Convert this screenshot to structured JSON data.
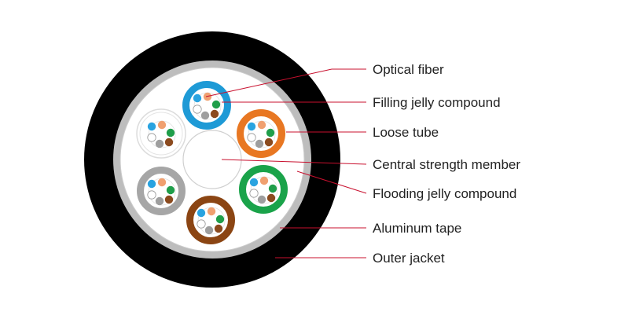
{
  "labels": {
    "optical_fiber": "Optical fiber",
    "filling_jelly": "Filling jelly compound",
    "loose_tube": "Loose tube",
    "central_strength": "Central strength member",
    "flooding_jelly": "Flooding jelly compound",
    "aluminum_tape": "Aluminum tape",
    "outer_jacket": "Outer jacket"
  },
  "colors": {
    "outer_jacket": "#000000",
    "aluminum_tape": "#bdbdbd",
    "flooding_fill": "#ffffff",
    "leader_line": "#c8102e",
    "tube_blue": "#1e9ad6",
    "tube_orange": "#e87722",
    "tube_green": "#1aa34a",
    "tube_brown": "#8b4513",
    "tube_gray": "#a6a6a6",
    "tube_filler": "#dcdcdc",
    "fiber_blue": "#29a3e0",
    "fiber_orange": "#f0a070",
    "fiber_green": "#1f9e4a",
    "fiber_brown": "#8b4a1e",
    "fiber_gray": "#9e9e9e",
    "fiber_white": "#ffffff"
  }
}
